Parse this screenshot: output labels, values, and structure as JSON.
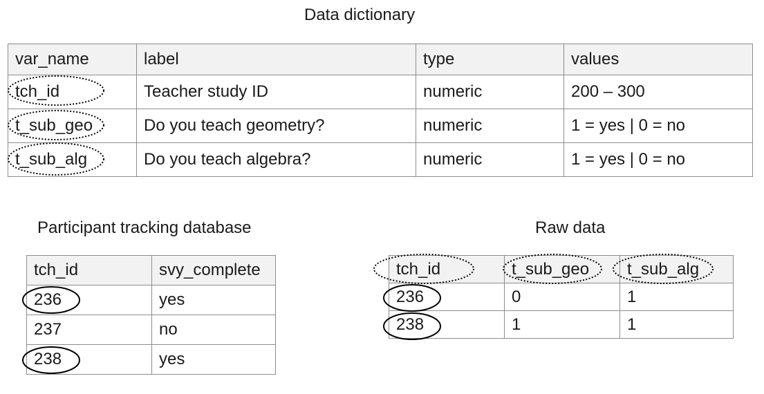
{
  "dictionary": {
    "title": "Data dictionary",
    "headers": [
      "var_name",
      "label",
      "type",
      "values"
    ],
    "rows": [
      [
        "tch_id",
        "Teacher study ID",
        "numeric",
        "200 – 300"
      ],
      [
        "t_sub_geo",
        "Do you teach geometry?",
        "numeric",
        "1 = yes | 0 = no"
      ],
      [
        "t_sub_alg",
        "Do you teach algebra?",
        "numeric",
        "1 = yes | 0 = no"
      ]
    ]
  },
  "tracking": {
    "title": "Participant tracking database",
    "headers": [
      "tch_id",
      "svy_complete"
    ],
    "rows": [
      [
        "236",
        "yes"
      ],
      [
        "237",
        "no"
      ],
      [
        "238",
        "yes"
      ]
    ]
  },
  "raw": {
    "title": "Raw data",
    "headers": [
      "tch_id",
      "t_sub_geo",
      "t_sub_alg"
    ],
    "rows": [
      [
        "236",
        "0",
        "1"
      ],
      [
        "238",
        "1",
        "1"
      ]
    ]
  },
  "colors": {
    "header_bg": "#f2f2f2",
    "border": "#8c8c8c",
    "ellipse": "#000000"
  }
}
